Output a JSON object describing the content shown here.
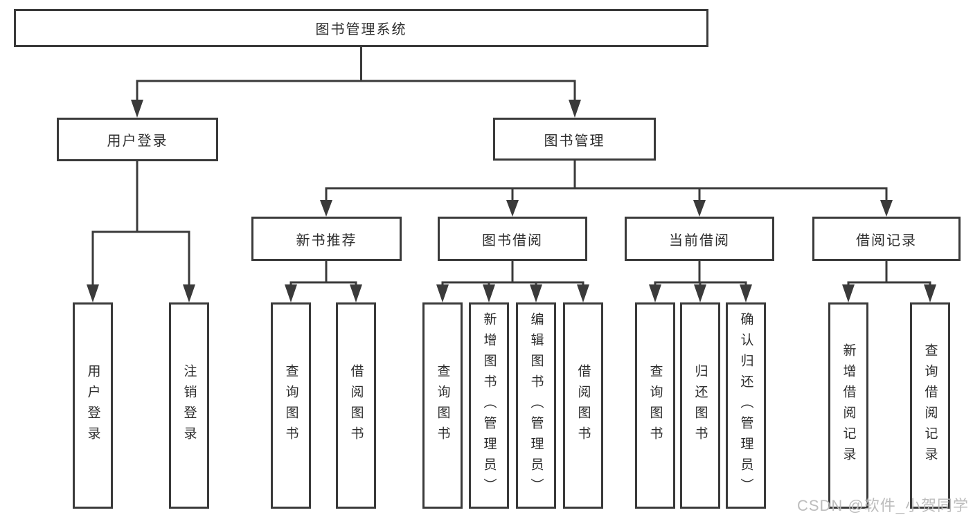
{
  "tree": {
    "root": {
      "label": "图书管理系统"
    },
    "user_login": {
      "label": "用户登录",
      "children": [
        "用户登录",
        "注销登录"
      ]
    },
    "book_mgmt": {
      "label": "图书管理",
      "sections": [
        {
          "label": "新书推荐",
          "children": [
            "查询图书",
            "借阅图书"
          ]
        },
        {
          "label": "图书借阅",
          "children": [
            "查询图书",
            "新增图书（管理员）",
            "编辑图书（管理员）",
            "借阅图书"
          ]
        },
        {
          "label": "当前借阅",
          "children": [
            "查询图书",
            "归还图书",
            "确认归还（管理员）"
          ]
        },
        {
          "label": "借阅记录",
          "children": [
            "新增借阅记录",
            "查询借阅记录"
          ]
        }
      ]
    }
  },
  "watermark": "CSDN @软件_小贺同学",
  "colors": {
    "line": "#3a3a3a",
    "text": "#2d2d2d",
    "box_background": "#ffffff",
    "watermark": "#b9b9b9"
  }
}
